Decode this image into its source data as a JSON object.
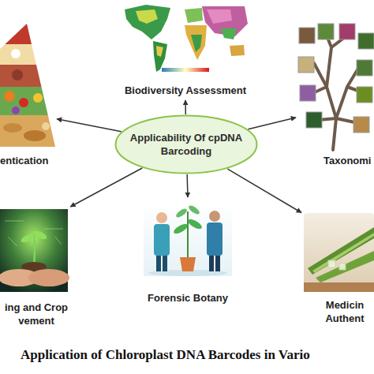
{
  "diagram": {
    "caption": "Application of Chloroplast DNA Barcodes in Vario",
    "nodes": [
      {
        "text": [
          "Biodiversity Assessment"
        ]
      },
      {
        "text": [
          "entication"
        ]
      },
      {
        "text": [
          "Applicability Of cpDNA Barcoding"
        ]
      },
      {
        "text": [
          "Taxonomi"
        ]
      },
      {
        "text": [
          "ing and Crop vement"
        ]
      },
      {
        "text": [
          "Forensic Botany"
        ]
      },
      {
        "text": [
          "Medicin Authent"
        ]
      }
    ],
    "edges": [
      {
        "from": 2,
        "to": 0,
        "arrow": "to"
      },
      {
        "from": 2,
        "to": 1,
        "arrow": "to"
      },
      {
        "from": 2,
        "to": 3,
        "arrow": "to"
      },
      {
        "from": 2,
        "to": 4,
        "arrow": "to"
      },
      {
        "from": 2,
        "to": 5,
        "arrow": "to"
      },
      {
        "from": 2,
        "to": 6,
        "arrow": "to"
      }
    ]
  }
}
